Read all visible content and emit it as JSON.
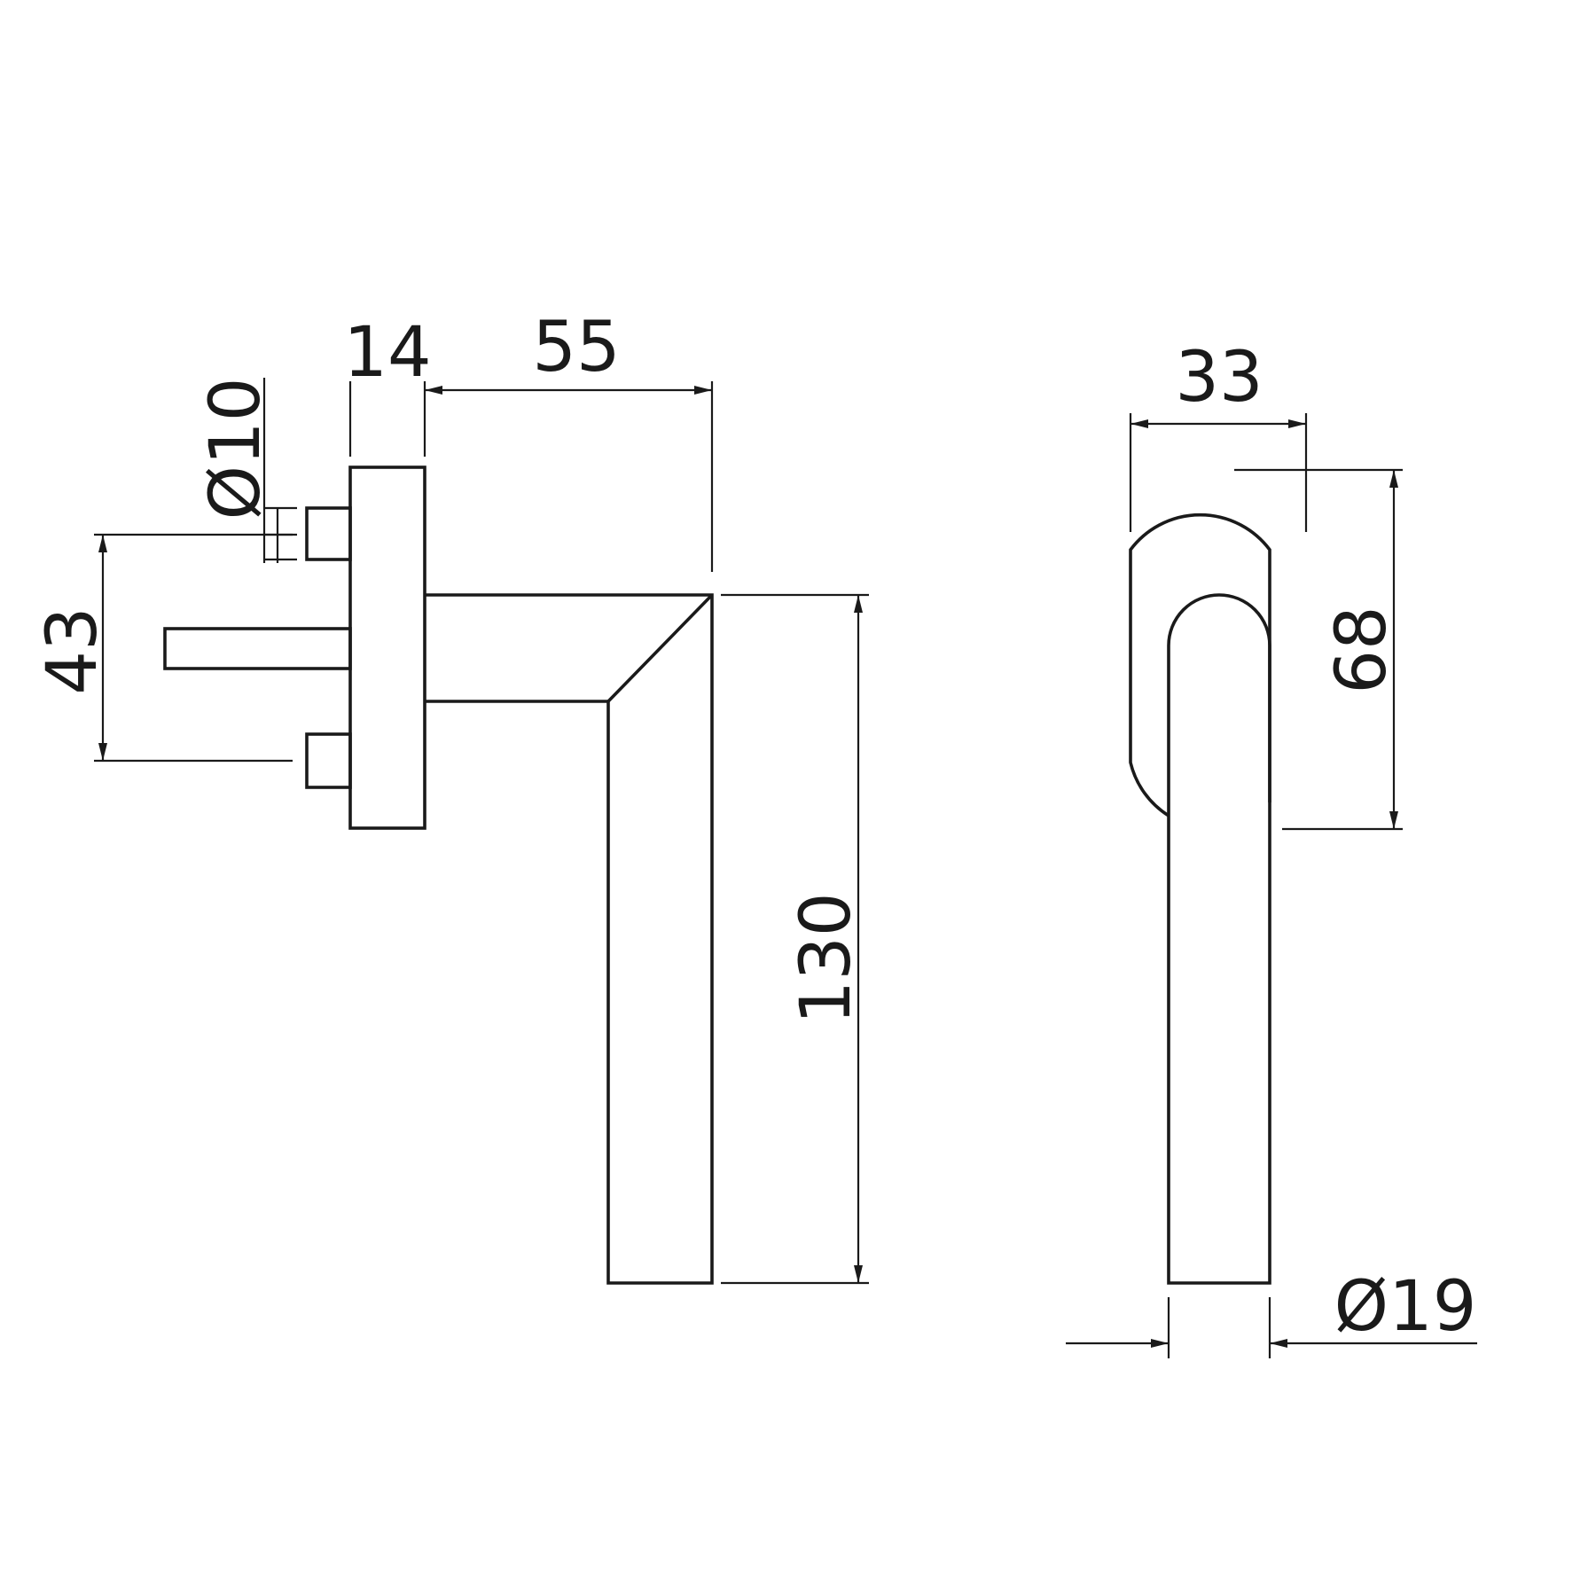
{
  "side_view": {
    "dim_rose_thickness": "14",
    "dim_projection": "55",
    "dim_spindle_diameter": "Ø10",
    "dim_screw_spacing": "43",
    "dim_lever_length": "130"
  },
  "front_view": {
    "dim_rose_width": "33",
    "dim_rose_height": "68",
    "dim_lever_diameter": "Ø19"
  },
  "colors": {
    "line": "#1a1a1a",
    "background": "#ffffff"
  }
}
